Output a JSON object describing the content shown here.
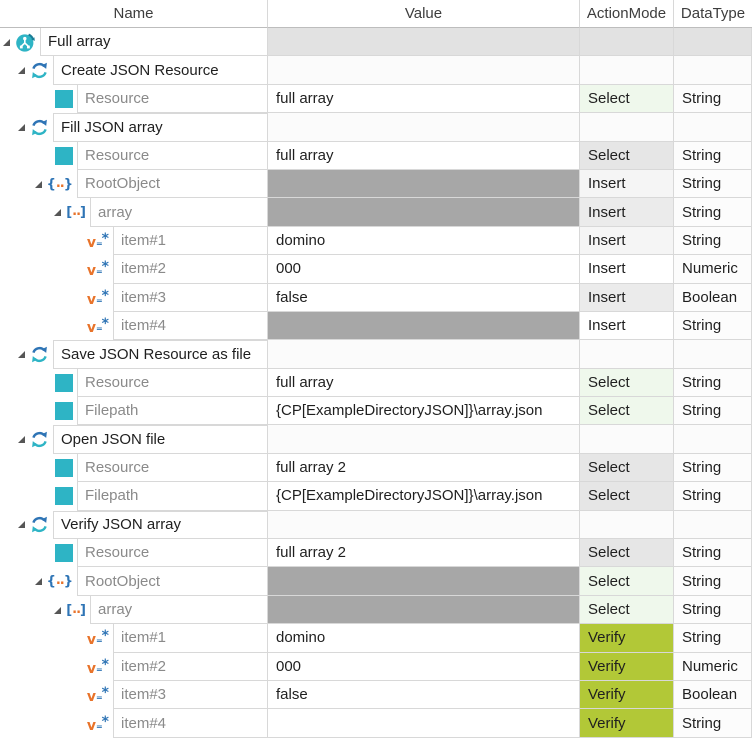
{
  "header": {
    "columns": [
      {
        "label": "Name"
      },
      {
        "label": "Value"
      },
      {
        "label": "ActionMode"
      },
      {
        "label": "DataType"
      }
    ]
  },
  "palette": {
    "rowGray": "#e2e2e2",
    "valueGray": "#a7a7a7",
    "selectGreen": "#eff8ec",
    "selectGray": "#e6e6e6",
    "verifyGreen": "#b2c837",
    "insertLight": "#f5f5f5",
    "insertMid": "#ebebeb",
    "white": "#ffffff",
    "nearWhite": "#fbfbfb",
    "teal": "#2eb4c5",
    "blue": "#2e74b5",
    "orange": "#e8732a",
    "border": "#d8d8d8",
    "dimText": "#8a8a8a",
    "darkText": "#1f1f1f"
  },
  "icons": {
    "testcase": "testcase-icon",
    "refresh": "teststep-refresh-icon",
    "square": "attribute-square-icon",
    "braces": "json-object-icon",
    "brackets": "json-array-icon",
    "value": "json-value-icon"
  },
  "rows": [
    {
      "name": "Full array",
      "level": 1,
      "expander": true,
      "icon": "testcase",
      "dim": false,
      "value": "",
      "vbg": "rowGray",
      "action": "",
      "abg": "rowGray",
      "type": "",
      "tbg": "rowGray"
    },
    {
      "name": "Create JSON Resource",
      "level": 2,
      "expander": true,
      "icon": "refresh",
      "dim": false,
      "value": "",
      "vbg": "nearWhite",
      "action": "",
      "abg": "nearWhite",
      "type": "",
      "tbg": "nearWhite"
    },
    {
      "name": "Resource",
      "level": 3,
      "expander": false,
      "icon": "square",
      "dim": true,
      "value": "full array",
      "vbg": "white",
      "action": "Select",
      "abg": "selectGreen",
      "type": "String",
      "tbg": ""
    },
    {
      "name": "Fill JSON array",
      "level": 2,
      "expander": true,
      "icon": "refresh",
      "dim": false,
      "value": "",
      "vbg": "nearWhite",
      "action": "",
      "abg": "nearWhite",
      "type": "",
      "tbg": "nearWhite"
    },
    {
      "name": "Resource",
      "level": 3,
      "expander": false,
      "icon": "square",
      "dim": true,
      "value": "full array",
      "vbg": "white",
      "action": "Select",
      "abg": "selectGray",
      "type": "String",
      "tbg": ""
    },
    {
      "name": "RootObject",
      "level": 3,
      "expander": true,
      "icon": "braces",
      "dim": true,
      "value": "",
      "vbg": "valueGray",
      "action": "Insert",
      "abg": "insertLight",
      "type": "String",
      "tbg": ""
    },
    {
      "name": "array",
      "level": 4,
      "expander": true,
      "icon": "brackets",
      "dim": true,
      "value": "",
      "vbg": "valueGray",
      "action": "Insert",
      "abg": "insertMid",
      "type": "String",
      "tbg": ""
    },
    {
      "name": "item#1",
      "level": 5,
      "expander": false,
      "icon": "value",
      "dim": true,
      "value": "domino",
      "vbg": "white",
      "action": "Insert",
      "abg": "insertLight",
      "type": "String",
      "tbg": ""
    },
    {
      "name": "item#2",
      "level": 5,
      "expander": false,
      "icon": "value",
      "dim": true,
      "value": "000",
      "vbg": "white",
      "action": "Insert",
      "abg": "white",
      "type": "Numeric",
      "tbg": ""
    },
    {
      "name": "item#3",
      "level": 5,
      "expander": false,
      "icon": "value",
      "dim": true,
      "value": "false",
      "vbg": "white",
      "action": "Insert",
      "abg": "insertMid",
      "type": "Boolean",
      "tbg": ""
    },
    {
      "name": "item#4",
      "level": 5,
      "expander": false,
      "icon": "value",
      "dim": true,
      "value": "",
      "vbg": "valueGray",
      "action": "Insert",
      "abg": "white",
      "type": "String",
      "tbg": ""
    },
    {
      "name": "Save JSON Resource as file",
      "level": 2,
      "expander": true,
      "icon": "refresh",
      "dim": false,
      "value": "",
      "vbg": "nearWhite",
      "action": "",
      "abg": "nearWhite",
      "type": "",
      "tbg": "nearWhite"
    },
    {
      "name": "Resource",
      "level": 3,
      "expander": false,
      "icon": "square",
      "dim": true,
      "value": "full array",
      "vbg": "white",
      "action": "Select",
      "abg": "selectGreen",
      "type": "String",
      "tbg": ""
    },
    {
      "name": "Filepath",
      "level": 3,
      "expander": false,
      "icon": "square",
      "dim": true,
      "value": "{CP[ExampleDirectoryJSON]}\\array.json",
      "vbg": "white",
      "action": "Select",
      "abg": "selectGreen",
      "type": "String",
      "tbg": ""
    },
    {
      "name": "Open JSON file",
      "level": 2,
      "expander": true,
      "icon": "refresh",
      "dim": false,
      "value": "",
      "vbg": "nearWhite",
      "action": "",
      "abg": "nearWhite",
      "type": "",
      "tbg": "nearWhite"
    },
    {
      "name": "Resource",
      "level": 3,
      "expander": false,
      "icon": "square",
      "dim": true,
      "value": "full array 2",
      "vbg": "white",
      "action": "Select",
      "abg": "selectGray",
      "type": "String",
      "tbg": ""
    },
    {
      "name": "Filepath",
      "level": 3,
      "expander": false,
      "icon": "square",
      "dim": true,
      "value": "{CP[ExampleDirectoryJSON]}\\array.json",
      "vbg": "white",
      "action": "Select",
      "abg": "selectGray",
      "type": "String",
      "tbg": ""
    },
    {
      "name": "Verify JSON array",
      "level": 2,
      "expander": true,
      "icon": "refresh",
      "dim": false,
      "value": "",
      "vbg": "nearWhite",
      "action": "",
      "abg": "nearWhite",
      "type": "",
      "tbg": "nearWhite"
    },
    {
      "name": "Resource",
      "level": 3,
      "expander": false,
      "icon": "square",
      "dim": true,
      "value": "full array 2",
      "vbg": "white",
      "action": "Select",
      "abg": "selectGray",
      "type": "String",
      "tbg": ""
    },
    {
      "name": "RootObject",
      "level": 3,
      "expander": true,
      "icon": "braces",
      "dim": true,
      "value": "",
      "vbg": "valueGray",
      "action": "Select",
      "abg": "selectGreen",
      "type": "String",
      "tbg": ""
    },
    {
      "name": "array",
      "level": 4,
      "expander": true,
      "icon": "brackets",
      "dim": true,
      "value": "",
      "vbg": "valueGray",
      "action": "Select",
      "abg": "selectGreen",
      "type": "String",
      "tbg": ""
    },
    {
      "name": "item#1",
      "level": 5,
      "expander": false,
      "icon": "value",
      "dim": true,
      "value": "domino",
      "vbg": "white",
      "action": "Verify",
      "abg": "verifyGreen",
      "type": "String",
      "tbg": ""
    },
    {
      "name": "item#2",
      "level": 5,
      "expander": false,
      "icon": "value",
      "dim": true,
      "value": "000",
      "vbg": "white",
      "action": "Verify",
      "abg": "verifyGreen",
      "type": "Numeric",
      "tbg": ""
    },
    {
      "name": "item#3",
      "level": 5,
      "expander": false,
      "icon": "value",
      "dim": true,
      "value": "false",
      "vbg": "white",
      "action": "Verify",
      "abg": "verifyGreen",
      "type": "Boolean",
      "tbg": ""
    },
    {
      "name": "item#4",
      "level": 5,
      "expander": false,
      "icon": "value",
      "dim": true,
      "value": "",
      "vbg": "white",
      "action": "Verify",
      "abg": "verifyGreen",
      "type": "String",
      "tbg": ""
    }
  ]
}
